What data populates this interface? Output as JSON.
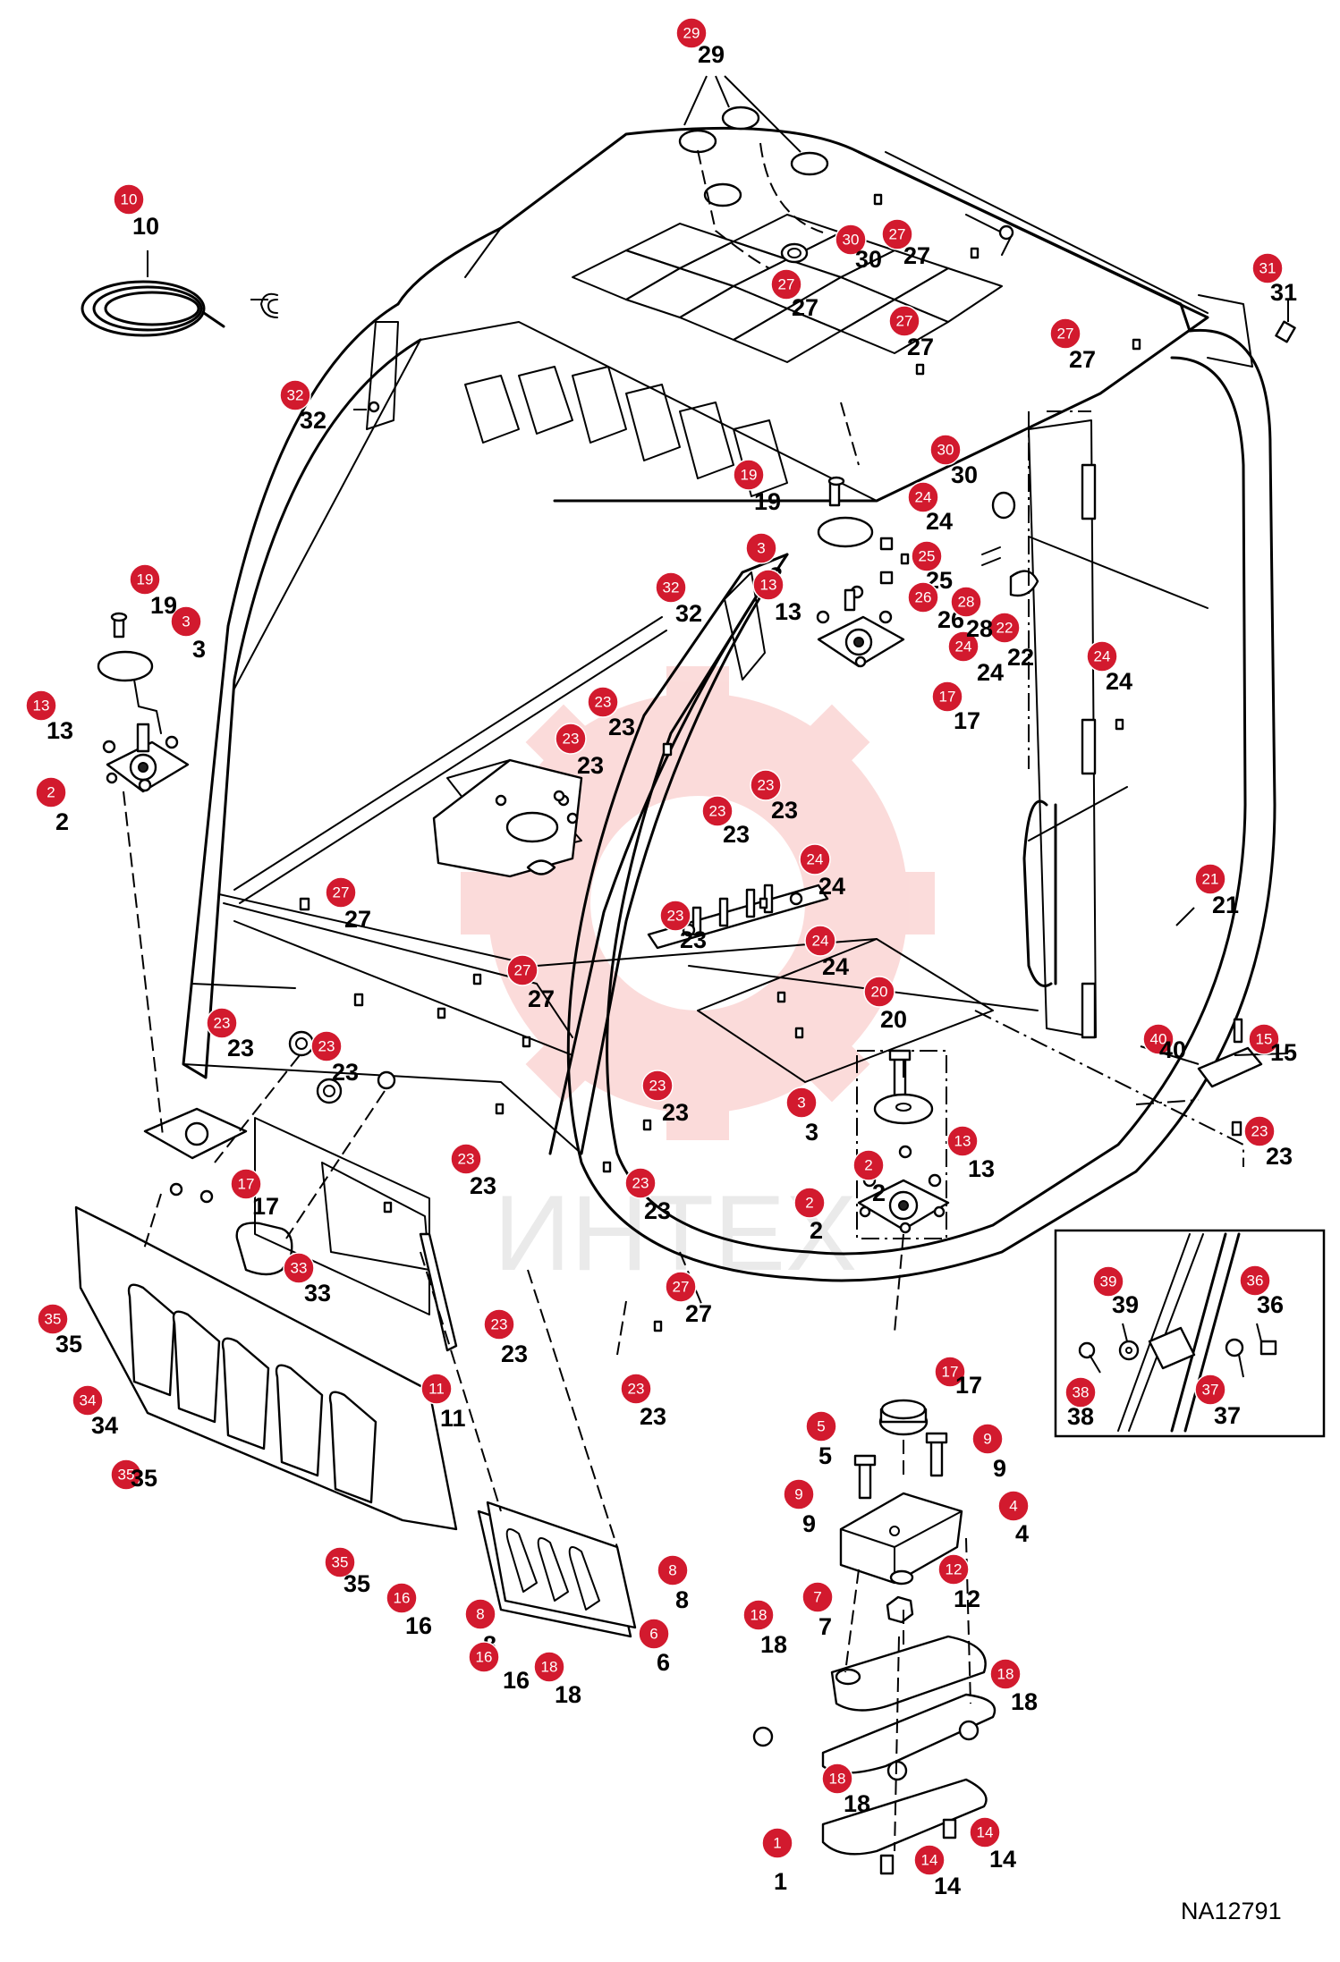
{
  "figure": {
    "reference_code": "NA12791",
    "watermark_text": "ИНТЕХ",
    "callouts": [
      {
        "n": "1",
        "label": "1"
      },
      {
        "n": "2",
        "label": "2"
      },
      {
        "n": "2",
        "label": "2"
      },
      {
        "n": "2",
        "label": "2"
      },
      {
        "n": "3",
        "label": "3"
      },
      {
        "n": "3",
        "label": "3"
      },
      {
        "n": "3",
        "label": "3"
      },
      {
        "n": "4",
        "label": "4"
      },
      {
        "n": "5",
        "label": "5"
      },
      {
        "n": "6",
        "label": "6"
      },
      {
        "n": "7",
        "label": "7"
      },
      {
        "n": "8",
        "label": "8"
      },
      {
        "n": "8",
        "label": "8"
      },
      {
        "n": "9",
        "label": "9"
      },
      {
        "n": "9",
        "label": "9"
      },
      {
        "n": "10",
        "label": "10"
      },
      {
        "n": "11",
        "label": "11"
      },
      {
        "n": "12",
        "label": "12"
      },
      {
        "n": "13",
        "label": "13"
      },
      {
        "n": "13",
        "label": "13"
      },
      {
        "n": "13",
        "label": "13"
      },
      {
        "n": "14",
        "label": "14"
      },
      {
        "n": "14",
        "label": "14"
      },
      {
        "n": "15",
        "label": "15"
      },
      {
        "n": "16",
        "label": "16"
      },
      {
        "n": "16",
        "label": "16"
      },
      {
        "n": "17",
        "label": "17"
      },
      {
        "n": "17",
        "label": "17"
      },
      {
        "n": "17",
        "label": "17"
      },
      {
        "n": "18",
        "label": "18"
      },
      {
        "n": "18",
        "label": "18"
      },
      {
        "n": "18",
        "label": "18"
      },
      {
        "n": "18",
        "label": "18"
      },
      {
        "n": "19",
        "label": "19"
      },
      {
        "n": "19",
        "label": "19"
      },
      {
        "n": "20",
        "label": "20"
      },
      {
        "n": "21",
        "label": "21"
      },
      {
        "n": "22",
        "label": "22"
      },
      {
        "n": "23",
        "label": "23"
      },
      {
        "n": "23",
        "label": "23"
      },
      {
        "n": "23",
        "label": "23"
      },
      {
        "n": "23",
        "label": "23"
      },
      {
        "n": "23",
        "label": "23"
      },
      {
        "n": "23",
        "label": "23"
      },
      {
        "n": "23",
        "label": "23"
      },
      {
        "n": "23",
        "label": "23"
      },
      {
        "n": "23",
        "label": "23"
      },
      {
        "n": "23",
        "label": "23"
      },
      {
        "n": "23",
        "label": "23"
      },
      {
        "n": "23",
        "label": "23"
      },
      {
        "n": "23",
        "label": "23"
      },
      {
        "n": "24",
        "label": "24"
      },
      {
        "n": "24",
        "label": "24"
      },
      {
        "n": "24",
        "label": "24"
      },
      {
        "n": "24",
        "label": "24"
      },
      {
        "n": "24",
        "label": "24"
      },
      {
        "n": "25",
        "label": "25"
      },
      {
        "n": "26",
        "label": "26"
      },
      {
        "n": "27",
        "label": "27"
      },
      {
        "n": "27",
        "label": "27"
      },
      {
        "n": "27",
        "label": "27"
      },
      {
        "n": "27",
        "label": "27"
      },
      {
        "n": "27",
        "label": "27"
      },
      {
        "n": "27",
        "label": "27"
      },
      {
        "n": "27",
        "label": "27"
      },
      {
        "n": "28",
        "label": "28"
      },
      {
        "n": "29",
        "label": "29"
      },
      {
        "n": "30",
        "label": "30"
      },
      {
        "n": "30",
        "label": "30"
      },
      {
        "n": "31",
        "label": "31"
      },
      {
        "n": "32",
        "label": "32"
      },
      {
        "n": "32",
        "label": "32"
      },
      {
        "n": "33",
        "label": "33"
      },
      {
        "n": "34",
        "label": "34"
      },
      {
        "n": "35",
        "label": "35"
      },
      {
        "n": "35",
        "label": "35"
      },
      {
        "n": "35",
        "label": "35"
      },
      {
        "n": "36",
        "label": "36"
      },
      {
        "n": "37",
        "label": "37"
      },
      {
        "n": "38",
        "label": "38"
      },
      {
        "n": "39",
        "label": "39"
      },
      {
        "n": "40",
        "label": "40"
      }
    ]
  }
}
